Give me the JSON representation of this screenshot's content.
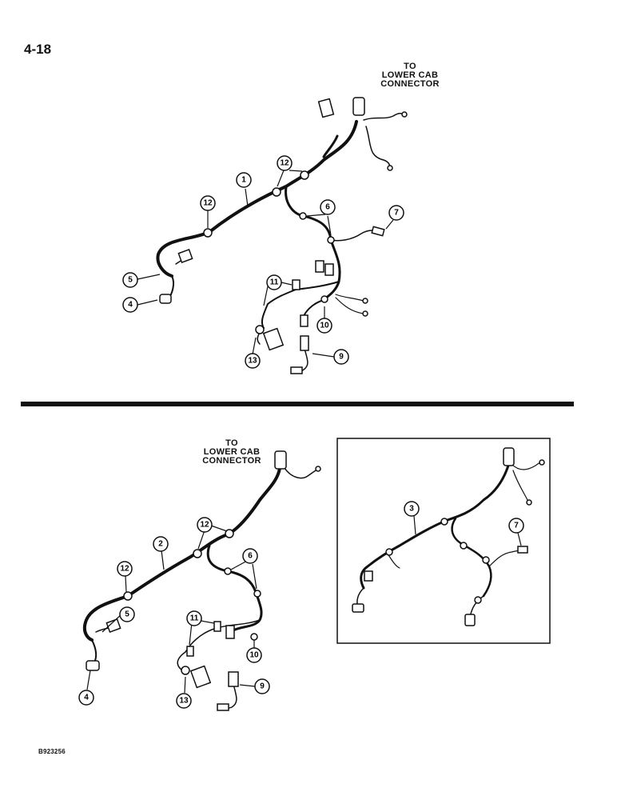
{
  "page_number": "4-18",
  "top_view": {
    "connector_label": [
      "TO",
      "LOWER CAB",
      "CONNECTOR"
    ],
    "callouts": {
      "c1": "1",
      "c12a": "12",
      "c12b": "12",
      "c6": "6",
      "c7": "7",
      "c5": "5",
      "c4": "4",
      "c11": "11",
      "c10": "10",
      "c13": "13",
      "c9": "9"
    }
  },
  "bottom_view": {
    "connector_label": [
      "TO",
      "LOWER CAB",
      "CONNECTOR"
    ],
    "callouts": {
      "c2": "2",
      "c12a": "12",
      "c12b": "12",
      "c6": "6",
      "c5": "5",
      "c4": "4",
      "c11": "11",
      "c10": "10",
      "c13": "13",
      "c9": "9"
    }
  },
  "inset_view": {
    "callouts": {
      "c3": "3",
      "c7": "7"
    }
  },
  "document_code": "B923256"
}
